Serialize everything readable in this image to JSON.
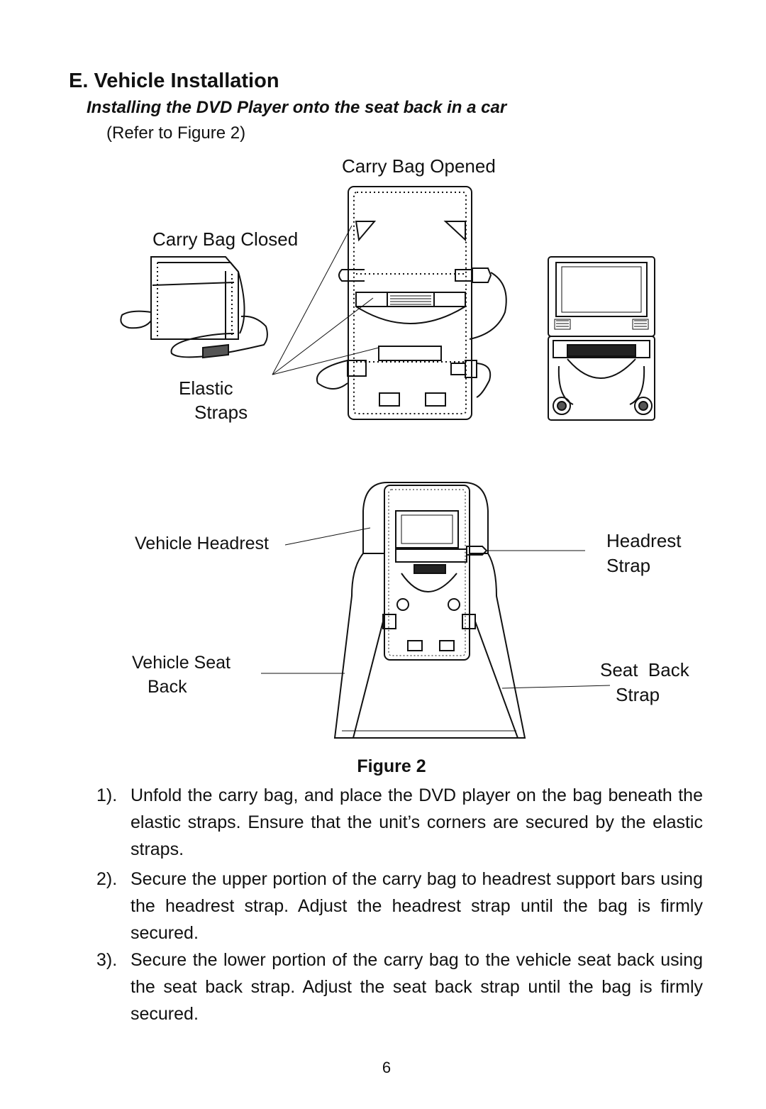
{
  "section": {
    "heading": "E. Vehicle Installation",
    "subheading": "Installing the DVD Player onto the seat back in a car",
    "refer": "(Refer to Figure 2)"
  },
  "figure": {
    "labels": {
      "carry_bag_opened": "Carry Bag Opened",
      "carry_bag_closed": "Carry Bag Closed",
      "elastic": "Elastic",
      "straps": "Straps",
      "vehicle_headrest": "Vehicle Headrest",
      "headrest": "Headrest",
      "headrest_strap": "Strap",
      "vehicle_seat": "Vehicle Seat",
      "seat_back": "Back",
      "seat_back_label": "Seat  Back",
      "seat_back_strap": "Strap"
    },
    "caption": "Figure 2"
  },
  "steps": [
    {
      "num": "1).",
      "text": "Unfold the carry bag, and place the DVD player on the bag beneath the elastic straps. Ensure that the unit’s corners are secured by the elastic straps."
    },
    {
      "num": "2).",
      "text": "Secure the upper portion of the carry bag to headrest support bars using the headrest strap. Adjust  the headrest strap until the bag is firmly secured."
    },
    {
      "num": "3).",
      "text": "Secure the lower portion of the carry bag to the vehicle seat back using the seat back strap. Adjust the seat back strap until the bag is firmly secured."
    }
  ],
  "page_number": "6"
}
